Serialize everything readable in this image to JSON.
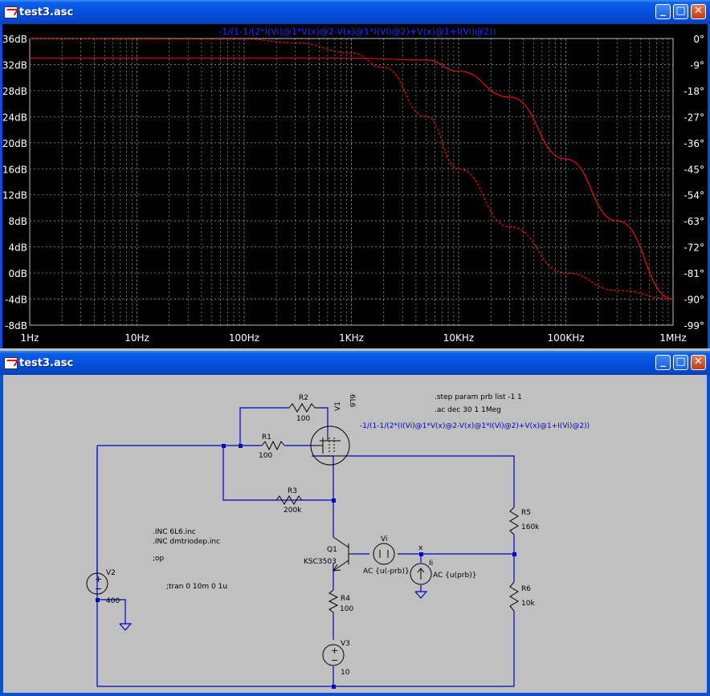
{
  "plot_window": {
    "title": "test3.asc",
    "expression": "-1/(1-1/(2*I(Vi)@1*V(x)@2-V(x)@1*I(Vi)@2)+V(x)@1+I(Vi)@2))",
    "controls": {
      "minimize": "_",
      "maximize": "□",
      "close": "✕"
    }
  },
  "chart_data": {
    "type": "line",
    "x_scale": "log",
    "xlim": [
      1,
      1000000
    ],
    "x_ticks": [
      "1Hz",
      "10Hz",
      "100Hz",
      "1KHz",
      "10KHz",
      "100KHz",
      "1MHz"
    ],
    "y_left_ticks": [
      "36dB",
      "32dB",
      "28dB",
      "24dB",
      "20dB",
      "16dB",
      "12dB",
      "8dB",
      "4dB",
      "0dB",
      "-4dB",
      "-8dB"
    ],
    "y_left_lim": [
      -8,
      36
    ],
    "y_right_ticks": [
      "0°",
      "-9°",
      "-18°",
      "-27°",
      "-36°",
      "-45°",
      "-54°",
      "-63°",
      "-72°",
      "-81°",
      "-90°",
      "-99°"
    ],
    "y_right_lim": [
      -99,
      0
    ],
    "grid": true,
    "series": [
      {
        "role": "magnitude",
        "style": "solid",
        "x": [
          1,
          100,
          1000,
          5000,
          10000,
          30000,
          100000,
          300000,
          1000000
        ],
        "y": [
          33.0,
          33.0,
          33.0,
          32.7,
          31.0,
          27.0,
          17.5,
          8.0,
          -4.0
        ]
      },
      {
        "role": "phase",
        "style": "dashed",
        "x": [
          1,
          100,
          300,
          1000,
          2000,
          5000,
          10000,
          30000,
          100000,
          300000,
          1000000
        ],
        "y": [
          0,
          -0.2,
          -1.5,
          -5,
          -10,
          -27,
          -45,
          -65,
          -81,
          -87,
          -90
        ]
      }
    ],
    "colors": {
      "trace": "#e01010",
      "grid": "#8a8a8a",
      "axis_text": "#ffffff",
      "background": "#000000",
      "expression": "#2a2aff"
    }
  },
  "schematic_window": {
    "title": "test3.asc",
    "controls": {
      "minimize": "_",
      "maximize": "□",
      "close": "✕"
    },
    "directives": {
      "step": ".step param prb list -1 1",
      "ac": ".ac dec 30 1 1Meg",
      "expr": "-1/(1-1/(2*(I(Vi)@1*V(x)@2-V(x)@1*I(Vi)@2)+V(x)@1+I(Vi)@2))",
      "inc1": ".INC 6L6.inc",
      "inc2": ".INC dmtriodep.inc",
      "op": ";op",
      "tran": ";tran 0 10m 0 1u"
    },
    "components": {
      "R1": {
        "name": "R1",
        "value": "100"
      },
      "R2": {
        "name": "R2",
        "value": "100"
      },
      "R3": {
        "name": "R3",
        "value": "200k"
      },
      "R4": {
        "name": "R4",
        "value": "100"
      },
      "R5": {
        "name": "R5",
        "value": "160k"
      },
      "R6": {
        "name": "R6",
        "value": "10k"
      },
      "V1": {
        "name": "V1",
        "model": "6L6"
      },
      "V2": {
        "name": "V2",
        "value": "400"
      },
      "V3": {
        "name": "V3",
        "value": "10"
      },
      "Q1": {
        "name": "Q1",
        "model": "KSC3503"
      },
      "Vi": {
        "name": "Vi",
        "value": "AC {u(-prb)}"
      },
      "Ii": {
        "name": "Ii",
        "value": "AC {u(prb)}"
      },
      "net_x": "x"
    },
    "colors": {
      "wire": "#0000c8",
      "component": "#000000",
      "background": "#c0c0c0"
    }
  }
}
